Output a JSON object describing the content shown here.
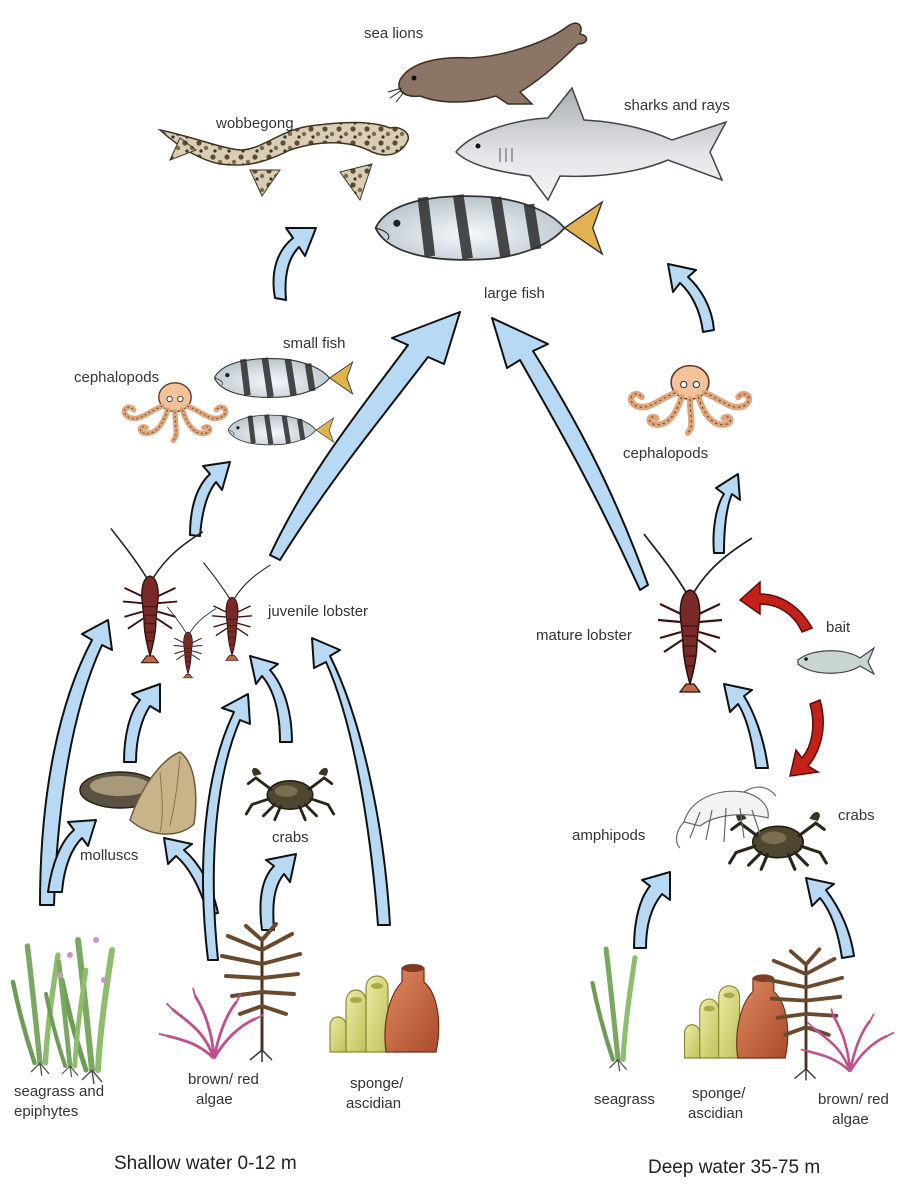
{
  "labels": {
    "sea_lions": "sea lions",
    "wobbegong": "wobbegong",
    "sharks_rays": "sharks and rays",
    "large_fish": "large fish",
    "small_fish": "small fish",
    "cephalopods_left": "cephalopods",
    "cephalopods_right": "cephalopods",
    "juvenile_lobster": "juvenile lobster",
    "mature_lobster": "mature lobster",
    "bait": "bait",
    "molluscs": "molluscs",
    "crabs_left": "crabs",
    "crabs_right": "crabs",
    "amphipods": "amphipods",
    "seagrass_epiphytes_1": "seagrass and",
    "seagrass_epiphytes_2": "epiphytes",
    "brown_red_algae_left_1": "brown/ red",
    "brown_red_algae_left_2": "algae",
    "sponge_ascidian_left_1": "sponge/",
    "sponge_ascidian_left_2": "ascidian",
    "seagrass_right": "seagrass",
    "sponge_ascidian_right_1": "sponge/",
    "sponge_ascidian_right_2": "ascidian",
    "brown_red_algae_right_1": "brown/ red",
    "brown_red_algae_right_2": "algae"
  },
  "footers": {
    "shallow": "Shallow water 0-12 m",
    "deep": "Deep water 35-75 m"
  },
  "colors": {
    "arrow_fill": "#b7d9f4",
    "arrow_stroke": "#111111",
    "bait_arrow": "#c3221b",
    "lobster": "#7a2a26",
    "octopus": "#f2c29a",
    "fish_body": "#cfd6dc",
    "fish_tail": "#e1b250",
    "sea_lion": "#8c7564",
    "shark": "#c9ccd0",
    "wobbegong": "#a38f6e",
    "seagrass": "#79a860",
    "algae_brown": "#6a4a2e",
    "algae_red": "#c0508a",
    "sponge": "#d7d77a",
    "ascidian": "#c96a42",
    "crab": "#4f4630",
    "mollusc": "#c9b48a"
  }
}
